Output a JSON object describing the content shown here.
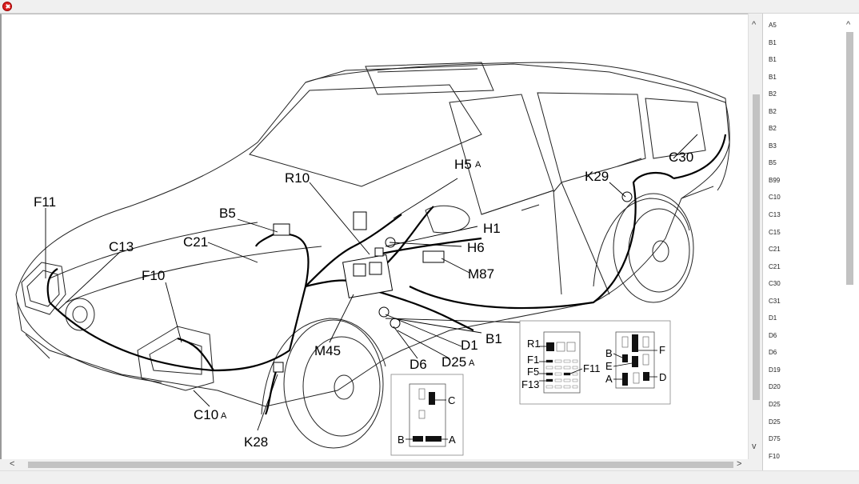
{
  "diagram": {
    "callouts": {
      "f11": "F11",
      "c13": "C13",
      "b5": "B5",
      "c21": "C21",
      "f10": "F10",
      "r10": "R10",
      "h5": "H5",
      "h5_sub": "A",
      "h1": "H1",
      "h6": "H6",
      "m87": "M87",
      "k29": "K29",
      "c30": "C30",
      "m45": "M45",
      "d1": "D1",
      "b1": "B1",
      "d6": "D6",
      "d25": "D25",
      "d25_sub": "A",
      "c10": "C10",
      "c10_sub": "A",
      "k28": "K28"
    },
    "fuse_box": {
      "r1": "R1",
      "f1": "F1",
      "f5": "F5",
      "f13": "F13",
      "f11": "F11"
    },
    "connector_right": {
      "b": "B",
      "e": "E",
      "a": "A",
      "f": "F",
      "d": "D"
    },
    "connector_bottom": {
      "c": "C",
      "b": "B",
      "a": "A"
    }
  },
  "component_list": [
    "A5",
    "B1",
    "B1",
    "B1",
    "B2",
    "B2",
    "B2",
    "B3",
    "B5",
    "B99",
    "C10",
    "C13",
    "C15",
    "C21",
    "C21",
    "C30",
    "C31",
    "D1",
    "D6",
    "D6",
    "D19",
    "D20",
    "D25",
    "D25",
    "D75",
    "F10"
  ],
  "scroll": {
    "up": "^",
    "down": "v",
    "left": "<",
    "right": ">"
  },
  "icons": {
    "close": "close-icon"
  }
}
